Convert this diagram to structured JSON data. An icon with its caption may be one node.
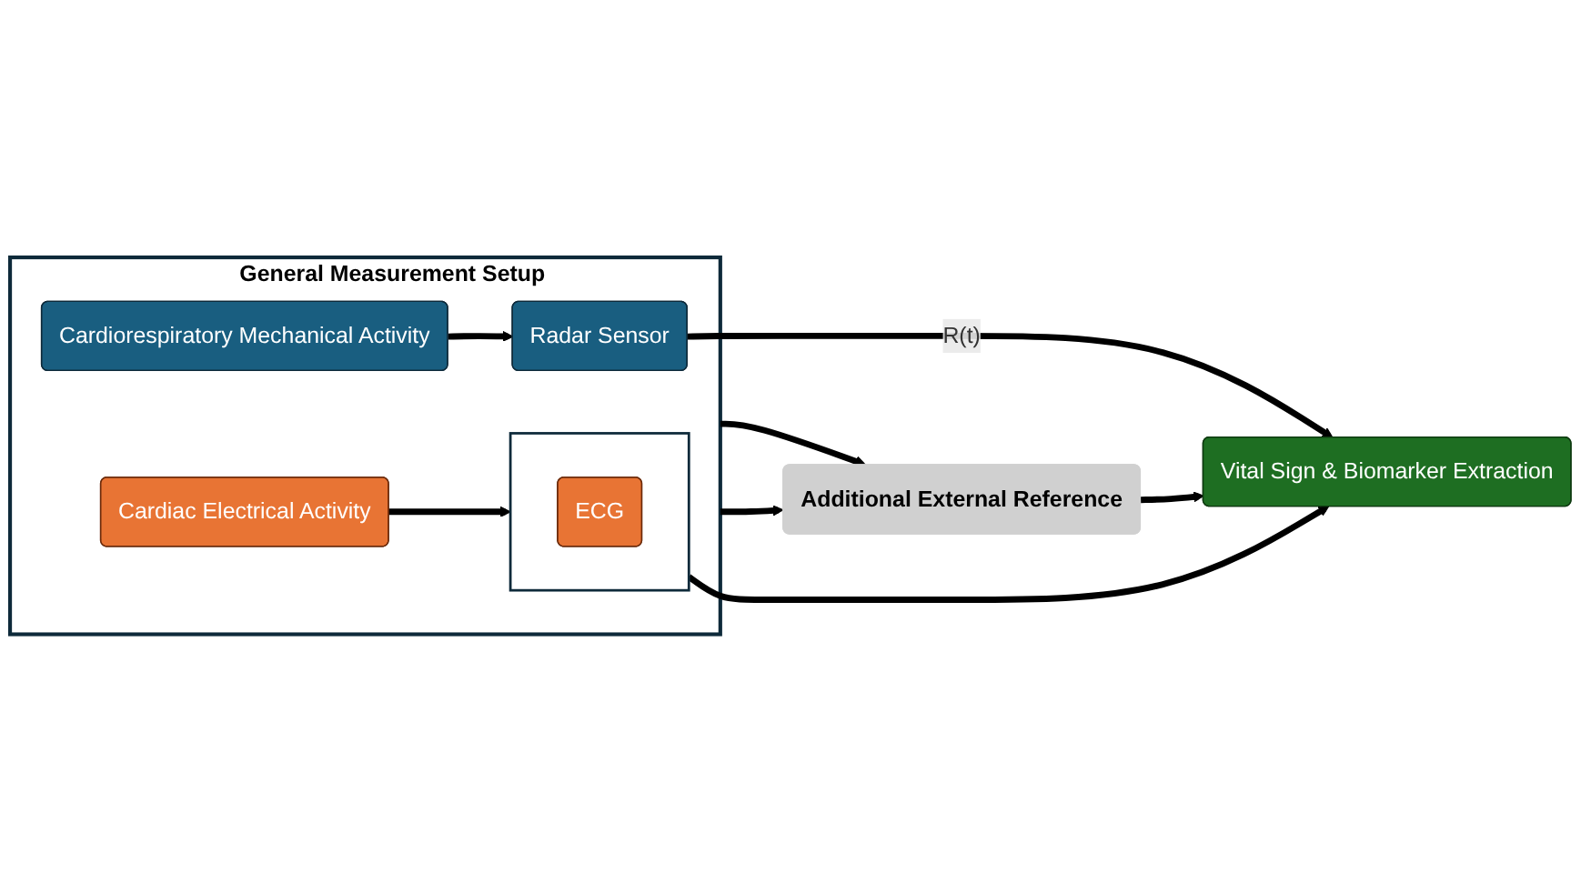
{
  "diagram": {
    "nodes": [
      {
        "text": [
          "General Measurement Setup"
        ]
      },
      {
        "text": [
          "Cardiac Electrical Activity"
        ],
        "in": 0
      },
      {
        "text": [],
        "shape": "box",
        "in": 0
      },
      {
        "text": [
          "ECG"
        ],
        "in": 2
      },
      {
        "text": [
          "Cardiorespiratory Mechanical Activity"
        ],
        "in": 0
      },
      {
        "text": [
          "Radar Sensor"
        ],
        "in": 0
      },
      {
        "text": [
          "Vital Sign & Biomarker Extraction"
        ]
      },
      {
        "text": [
          "Additional External Reference"
        ]
      }
    ],
    "edges": [
      {
        "from": 1,
        "to": 2,
        "arrow": "to"
      },
      {
        "from": 2,
        "to": 6,
        "arrow": "to"
      },
      {
        "from": 4,
        "to": 5,
        "arrow": "to"
      },
      {
        "from": 5,
        "to": 6,
        "arrow": "to",
        "label": "R(t)"
      },
      {
        "from": 0,
        "to": 7,
        "arrow": "to"
      },
      {
        "from": 0,
        "to": 7,
        "arrow": "to"
      },
      {
        "from": 7,
        "to": 6,
        "arrow": "to"
      }
    ]
  }
}
